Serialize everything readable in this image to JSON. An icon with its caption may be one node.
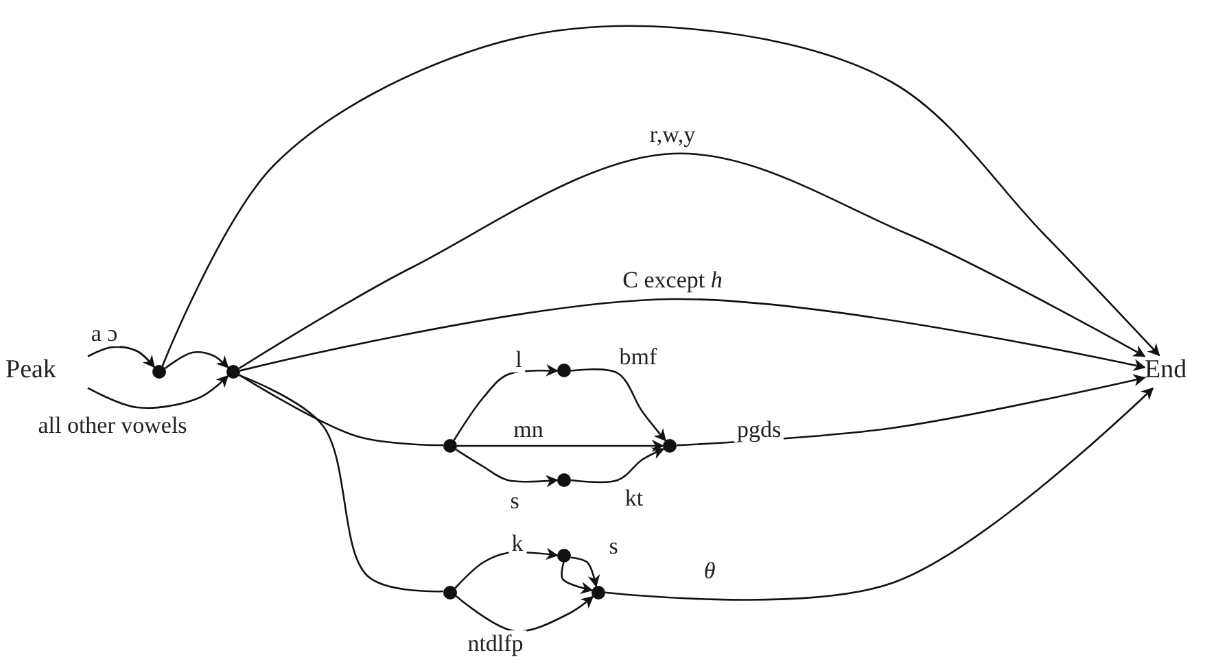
{
  "diagram": {
    "nodes": [
      {
        "text": [
          "Peak"
        ]
      },
      {
        "text": [],
        "shape": "circle"
      },
      {
        "text": [],
        "shape": "circle"
      },
      {
        "text": [
          "End"
        ]
      },
      {
        "text": [],
        "shape": "circle"
      },
      {
        "text": [],
        "shape": "circle"
      },
      {
        "text": [],
        "shape": "circle"
      },
      {
        "text": [],
        "shape": "circle"
      },
      {
        "text": [],
        "shape": "circle"
      },
      {
        "text": [],
        "shape": "circle"
      },
      {
        "text": [],
        "shape": "circle"
      }
    ],
    "edges": [
      {
        "from": 0,
        "to": 1,
        "arrow": "to",
        "label": "a ɔ"
      },
      {
        "from": 0,
        "to": 2,
        "arrow": "to",
        "label": "all other vowels"
      },
      {
        "from": 1,
        "to": 2,
        "arrow": "to"
      },
      {
        "from": 1,
        "to": 3,
        "arrow": "to"
      },
      {
        "from": 2,
        "to": 3,
        "arrow": "to",
        "label": "r,w,y"
      },
      {
        "from": 2,
        "to": 3,
        "arrow": "to",
        "label": "C except *h*"
      },
      {
        "from": 2,
        "to": 4,
        "arrow": "none"
      },
      {
        "from": 4,
        "to": 5,
        "arrow": "to",
        "label": "l"
      },
      {
        "from": 4,
        "to": 7,
        "arrow": "to",
        "label": "mn"
      },
      {
        "from": 4,
        "to": 6,
        "arrow": "to",
        "label": "s"
      },
      {
        "from": 5,
        "to": 7,
        "arrow": "to",
        "label": "bmf"
      },
      {
        "from": 6,
        "to": 7,
        "arrow": "to",
        "label": "kt"
      },
      {
        "from": 7,
        "to": 3,
        "arrow": "to",
        "label": "pgds"
      },
      {
        "from": 2,
        "to": 8,
        "arrow": "none"
      },
      {
        "from": 8,
        "to": 9,
        "arrow": "to",
        "label": "k"
      },
      {
        "from": 8,
        "to": 10,
        "arrow": "to",
        "label": "ntdlfp"
      },
      {
        "from": 9,
        "to": 10,
        "arrow": "to",
        "label": "s"
      },
      {
        "from": 9,
        "to": 10,
        "arrow": "to"
      },
      {
        "from": 10,
        "to": 3,
        "arrow": "to",
        "label": "*θ*"
      }
    ]
  }
}
